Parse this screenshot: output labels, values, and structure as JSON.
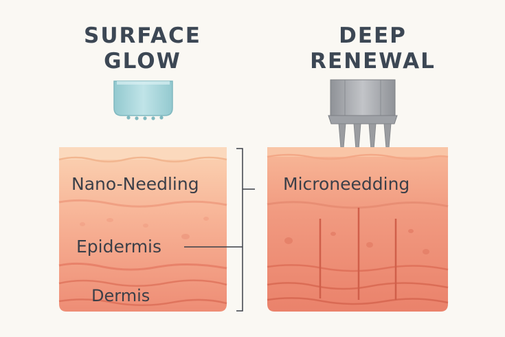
{
  "titles": {
    "left": [
      "SURFACE",
      "GLOW"
    ],
    "right": [
      "DEEP",
      "RENEWAL"
    ]
  },
  "labels": {
    "nano_needling": "Nano-Needling",
    "epidermis": "Epidermis",
    "dermis": "Dermis",
    "microneedling": "Microneedding"
  },
  "colors": {
    "background": "#faf8f3",
    "title_text": "#3c4754",
    "skin_light": "#f9c9a8",
    "skin_mid": "#f4a78c",
    "skin_deep": "#ec8a72",
    "skin_lines": "#e06b55",
    "nano_device": "#a9d8de",
    "micro_device": "#a7a9ad",
    "needle": "#9a9ca0"
  },
  "icons": {
    "left_device": "nano-needling-stamp-icon",
    "right_device": "microneedling-pen-icon"
  }
}
